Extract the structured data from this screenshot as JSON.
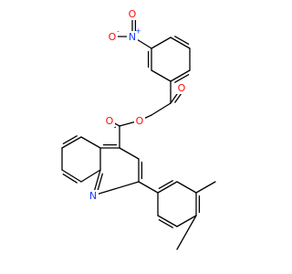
{
  "colors": {
    "bond": "#000000",
    "oxygen": "#ff0d0d",
    "nitrogen": "#1f3fff",
    "background": "#ffffff"
  },
  "atoms": [
    {
      "id": "o_nitro_minus",
      "symbol": "O",
      "charge": "-",
      "element": "oxygen"
    },
    {
      "id": "n_nitro",
      "symbol": "N",
      "charge": "+",
      "element": "nitrogen"
    },
    {
      "id": "o_nitro_double",
      "symbol": "O",
      "charge": "",
      "element": "oxygen"
    },
    {
      "id": "o_ketone",
      "symbol": "O",
      "charge": "",
      "element": "oxygen"
    },
    {
      "id": "o_ester_carbonyl",
      "symbol": "O",
      "charge": "",
      "element": "oxygen"
    },
    {
      "id": "o_ester_link",
      "symbol": "O",
      "charge": "",
      "element": "oxygen"
    },
    {
      "id": "n_quinoline",
      "symbol": "N",
      "charge": "",
      "element": "nitrogen"
    }
  ]
}
